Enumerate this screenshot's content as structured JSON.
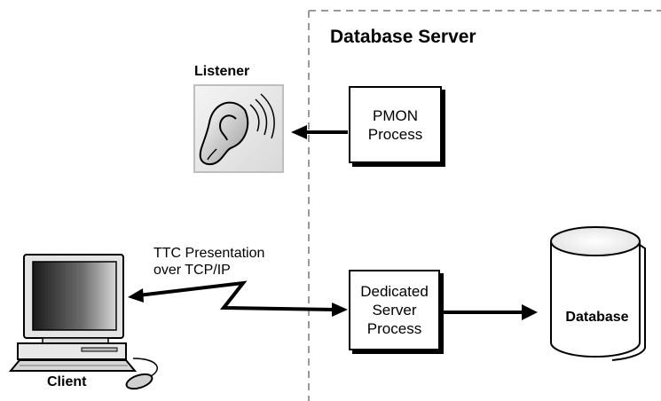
{
  "server": {
    "title": "Database Server"
  },
  "listener": {
    "label": "Listener",
    "icon": "ear-icon"
  },
  "pmon": {
    "line1": "PMON",
    "line2": "Process"
  },
  "dedicated": {
    "line1": "Dedicated",
    "line2": "Server",
    "line3": "Process"
  },
  "database": {
    "label": "Database",
    "icon": "database-cylinder-icon"
  },
  "client": {
    "label": "Client",
    "icon": "computer-icon"
  },
  "connection": {
    "line1": "TTC Presentation",
    "line2": "over TCP/IP"
  }
}
